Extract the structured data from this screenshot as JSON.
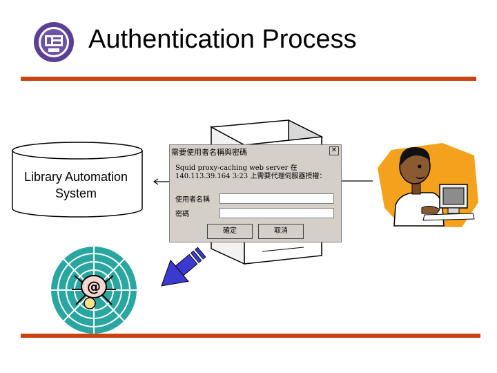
{
  "slide": {
    "title": "Authentication Process",
    "accent_color": "#c94414"
  },
  "database": {
    "label_line1": "Library Automation",
    "label_line2": "System"
  },
  "dialog": {
    "title": "需要使用者名稱與密碼",
    "close_label": "✕",
    "message_line1": "Squid proxy-caching web server 在",
    "message_line2": "140.113.39.164 3:23 上需要代理伺服器授權：",
    "username_label": "使用者名稱",
    "password_label": "密碼",
    "ok_label": "確定",
    "cancel_label": "取消"
  },
  "icons": [
    "university-logo-icon",
    "database-cylinder-icon",
    "server-tower-icon",
    "user-at-computer-icon",
    "web-spider-icon",
    "arrow-icon"
  ]
}
